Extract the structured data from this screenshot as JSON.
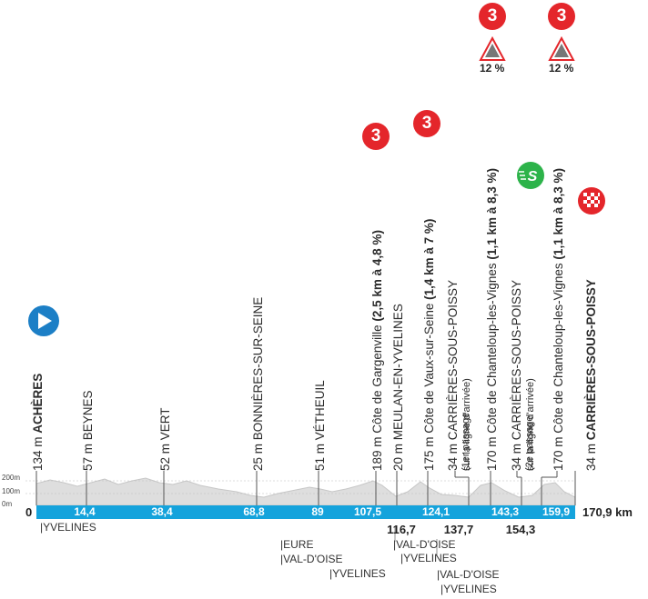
{
  "start_label": {
    "alt": "134 m",
    "name": "ACHÈRES"
  },
  "finish_label": {
    "alt": "34 m",
    "name": "CARRIÈRES-SOUS-POISSY"
  },
  "points": [
    {
      "alt": "57 m",
      "name": "BEYNES"
    },
    {
      "alt": "52 m",
      "name": "VERT"
    },
    {
      "alt": "25 m",
      "name": "BONNIÈRES-SUR-SEINE"
    },
    {
      "alt": "51 m",
      "name": "VÉTHEUIL"
    },
    {
      "alt": "189 m",
      "name": "Côte de Gargenville",
      "detail": "(2,5 km à 4,8 %)"
    },
    {
      "alt": "20 m",
      "name": "MEULAN-EN-YVELINES"
    },
    {
      "alt": "175 m",
      "name": "Côte de Vaux-sur-Seine",
      "detail": "(1,4 km à 7 %)"
    },
    {
      "alt": "34 m",
      "name": "CARRIÈRES-SOUS-POISSY",
      "note1": "(1er passage",
      "note2": "sur la ligne d'arrivée)"
    },
    {
      "alt": "170 m",
      "name": "Côte de Chanteloup-les-Vignes",
      "detail": "(1,1 km à 8,3 %)"
    },
    {
      "alt": "34 m",
      "name": "CARRIÈRES-SOUS-POISSY",
      "note1": "(2e passage",
      "note2": "sur la ligne d'arrivée)"
    },
    {
      "alt": "170 m",
      "name": "Côte de Chanteloup-les-Vignes",
      "detail": "(1,1 km à 8,3 %)"
    }
  ],
  "km_bar": [
    "14,4",
    "38,4",
    "68,8",
    "89",
    "107,5",
    "124,1",
    "143,3",
    "159,9"
  ],
  "km_below": [
    "116,7",
    "137,7",
    "154,3"
  ],
  "km_zero": "0",
  "km_total": "170,9 km",
  "scale": [
    "200m",
    "100m",
    "0m"
  ],
  "climb_category": "3",
  "climb_percent": "12 %",
  "sprint_icon": "S",
  "regions": [
    "|YVELINES",
    "|EURE",
    "|VAL-D'OISE",
    "|YVELINES",
    "|VAL-D'OISE",
    "|YVELINES",
    "|VAL-D'OISE",
    "|YVELINES"
  ],
  "colors": {
    "bar": "#15a3dc",
    "category": "#e4262b",
    "sprint": "#2db34a",
    "start": "#1c7fc6"
  }
}
